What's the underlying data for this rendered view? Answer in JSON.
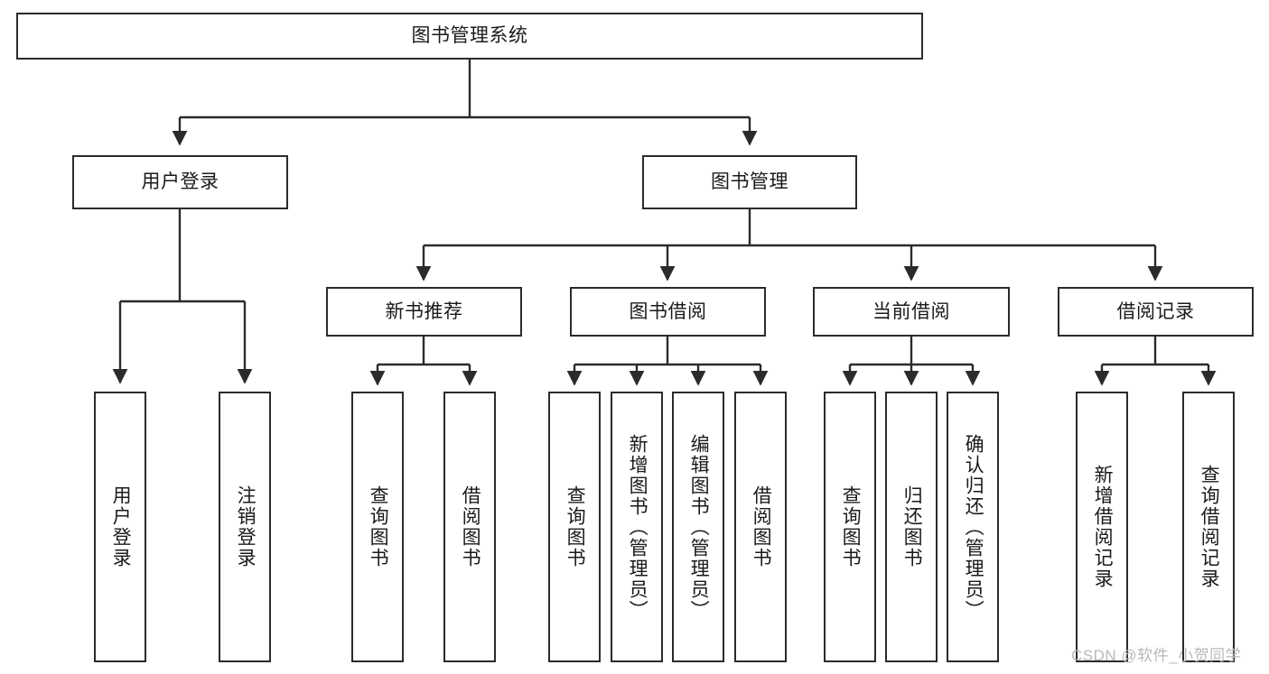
{
  "diagram": {
    "title_node": {
      "id": "root",
      "label": "图书管理系统"
    },
    "colors": {
      "border": "#2b2b2b",
      "fill": "#ffffff",
      "text": "#1a1a1a",
      "watermark": "#b9b9b9"
    },
    "level2": [
      {
        "id": "user-login",
        "label": "用户登录"
      },
      {
        "id": "book-manage",
        "label": "图书管理"
      }
    ],
    "level3": [
      {
        "id": "new-book-recommend",
        "label": "新书推荐"
      },
      {
        "id": "book-borrow",
        "label": "图书借阅"
      },
      {
        "id": "current-borrow",
        "label": "当前借阅"
      },
      {
        "id": "borrow-record",
        "label": "借阅记录"
      }
    ],
    "leaves": {
      "user_login": [
        {
          "id": "leaf-user-login",
          "label": "用户登录"
        },
        {
          "id": "leaf-logout",
          "label": "注销登录"
        }
      ],
      "new_book_recommend": [
        {
          "id": "leaf-query-book-1",
          "label": "查询图书"
        },
        {
          "id": "leaf-borrow-book-1",
          "label": "借阅图书"
        }
      ],
      "book_borrow": [
        {
          "id": "leaf-query-book-2",
          "label": "查询图书"
        },
        {
          "id": "leaf-add-book",
          "label": "新增图书（管理员）"
        },
        {
          "id": "leaf-edit-book",
          "label": "编辑图书（管理员）"
        },
        {
          "id": "leaf-borrow-book-2",
          "label": "借阅图书"
        }
      ],
      "current_borrow": [
        {
          "id": "leaf-query-book-3",
          "label": "查询图书"
        },
        {
          "id": "leaf-return-book",
          "label": "归还图书"
        },
        {
          "id": "leaf-confirm-return",
          "label": "确认归还（管理员）"
        }
      ],
      "borrow_record": [
        {
          "id": "leaf-add-record",
          "label": "新增借阅记录"
        },
        {
          "id": "leaf-query-record",
          "label": "查询借阅记录"
        }
      ]
    }
  },
  "watermark": {
    "text": "CSDN @软件_小贺同学"
  }
}
